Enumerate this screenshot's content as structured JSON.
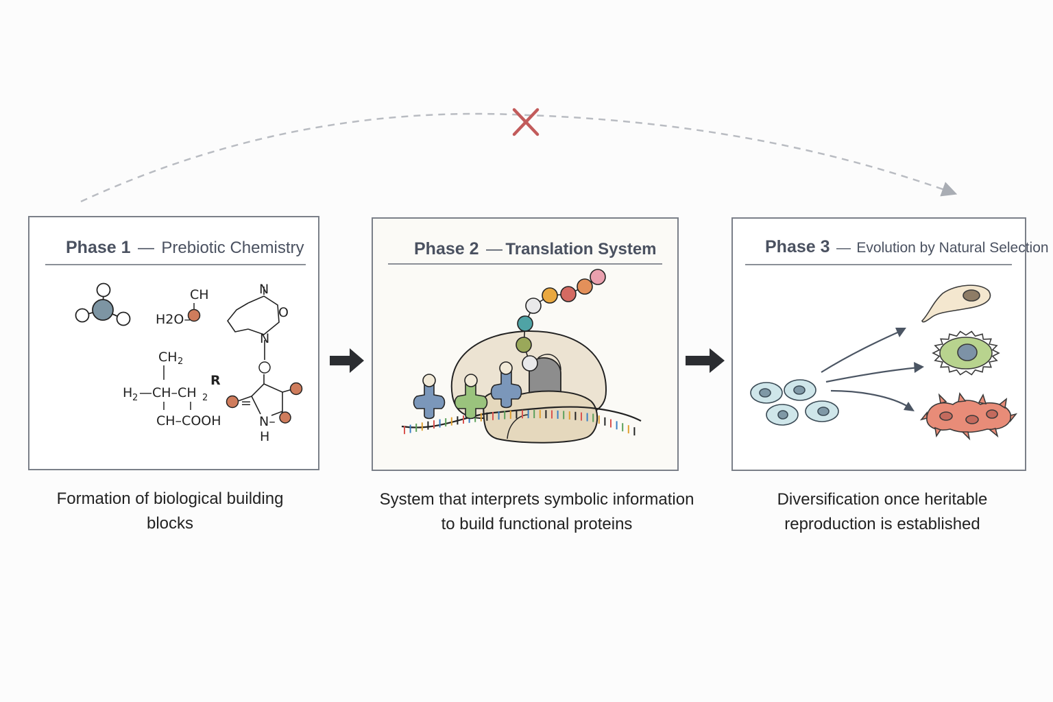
{
  "bypass_arrow": {
    "blocked_marker": "cross-mark",
    "color": "#c25b5b"
  },
  "phases": [
    {
      "number": "Phase 1",
      "dash": "—",
      "title": "Prebiotic Chemistry",
      "caption_line1": "Formation of biological building",
      "caption_line2": "blocks",
      "chem_labels": {
        "ch": "CH",
        "h2o": "H2O–",
        "ch2_top": "CH",
        "ch2_top_sub": "2",
        "h2": "H",
        "h2_sub": "2",
        "chain": "—CH–CH",
        "chain_sub": "2",
        "r": "R",
        "bar1": "|",
        "bar2": "|",
        "cooh": "CH–COOH",
        "n_top": "N",
        "o_ring": "O",
        "n_ring": "N",
        "n_bottom": "N–",
        "h_bottom": "H",
        "eq": "="
      }
    },
    {
      "number": "Phase 2",
      "dash": "—",
      "title": "Translation System",
      "caption_line1": "System that interprets symbolic information",
      "caption_line2": "to build functional proteins"
    },
    {
      "number": "Phase 3",
      "dash": "—",
      "title": "Evolution by Natural Selection",
      "caption_line1": "Diversification once heritable",
      "caption_line2": "reproduction is established"
    }
  ],
  "colors": {
    "panel_border": "#7a7f88",
    "title_text": "#4a5160",
    "arrow": "#2b2d31",
    "dashed_arc": "#b9bcc2"
  }
}
